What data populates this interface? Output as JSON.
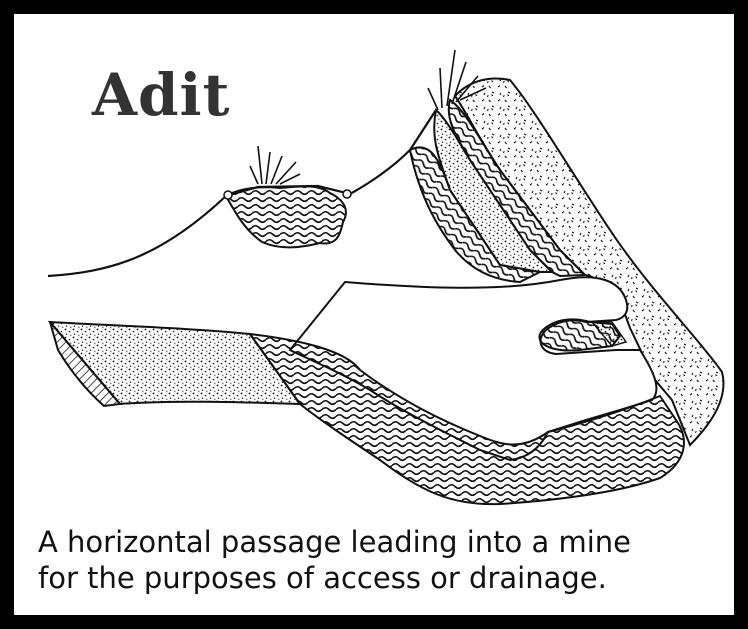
{
  "title": "Adit",
  "caption": {
    "line1": "A horizontal passage leading into a mine",
    "line2": "for the purposes of access or drainage."
  },
  "colors": {
    "frame": "#000000",
    "background": "#ffffff",
    "ink": "#111111",
    "title": "#333333"
  }
}
